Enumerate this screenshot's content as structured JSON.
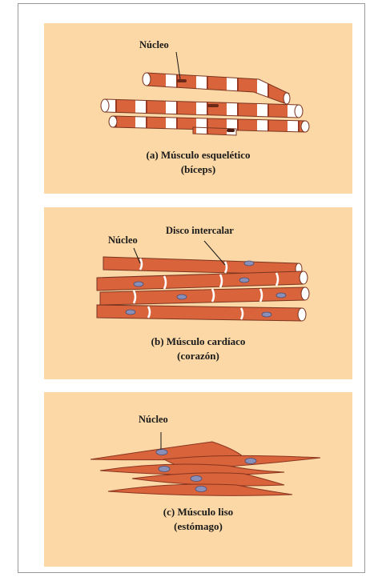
{
  "panels": {
    "skeletal": {
      "nucleus_label": "Núcleo",
      "caption_line1": "(a) Músculo esquelético",
      "caption_line2": "(bíceps)"
    },
    "cardiac": {
      "nucleus_label": "Núcleo",
      "disc_label": "Disco intercalar",
      "caption_line1": "(b) Músculo cardíaco",
      "caption_line2": "(corazón)"
    },
    "smooth": {
      "nucleus_label": "Núcleo",
      "caption_line1": "(c) Músculo liso",
      "caption_line2": "(estómago)"
    }
  },
  "colors": {
    "panel_background": "#fbd8a6",
    "fiber": "#d9633a",
    "fiber_dark": "#b2472a",
    "band_light": "#ffffff",
    "nucleus": "#8a8fb8"
  }
}
